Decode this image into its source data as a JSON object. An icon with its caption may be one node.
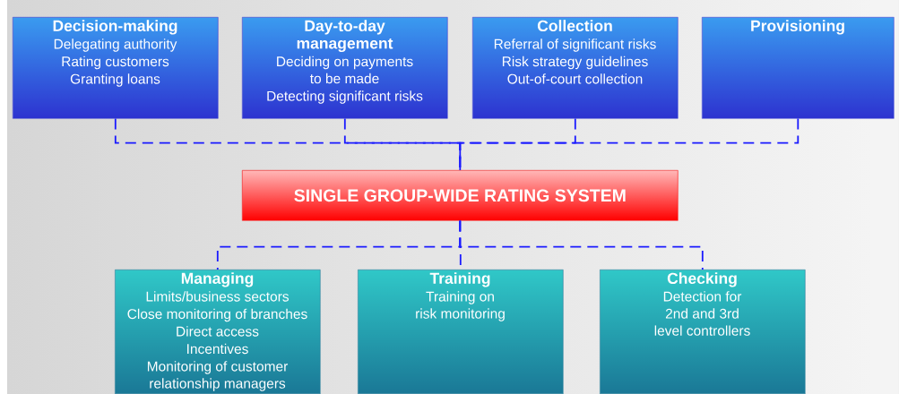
{
  "diagram": {
    "nodes": [
      {
        "text": [
          "Decision-making",
          "Delegating authority",
          "Rating customers",
          "Granting loans"
        ]
      },
      {
        "text": [
          "Day-to-day management",
          "Deciding on payments to be made",
          "Detecting significant risks"
        ]
      },
      {
        "text": [
          "Collection",
          "Referral of significant risks",
          "Risk strategy guidelines",
          "Out-of-court collection"
        ]
      },
      {
        "text": [
          "Provisioning"
        ]
      },
      {
        "text": [
          "SINGLE GROUP-WIDE RATING SYSTEM"
        ]
      },
      {
        "text": [
          "Managing",
          "Limits/business sectors",
          "Close monitoring of branches",
          "Direct access",
          "Incentives",
          "Monitoring of customer relationship managers"
        ]
      },
      {
        "text": [
          "Training",
          "Training on risk monitoring"
        ]
      },
      {
        "text": [
          "Checking",
          "Detection for 2nd and 3rd level controllers"
        ]
      }
    ],
    "edges": [
      {
        "from": 0,
        "to": 4,
        "arrow": "none",
        "style": "dashed"
      },
      {
        "from": 1,
        "to": 4,
        "arrow": "none",
        "style": "dashed"
      },
      {
        "from": 2,
        "to": 4,
        "arrow": "none",
        "style": "dashed"
      },
      {
        "from": 3,
        "to": 4,
        "arrow": "none",
        "style": "dashed"
      },
      {
        "from": 4,
        "to": 5,
        "arrow": "none",
        "style": "dashed"
      },
      {
        "from": 4,
        "to": 6,
        "arrow": "none",
        "style": "dashed"
      },
      {
        "from": 4,
        "to": 7,
        "arrow": "none",
        "style": "dashed"
      }
    ]
  }
}
